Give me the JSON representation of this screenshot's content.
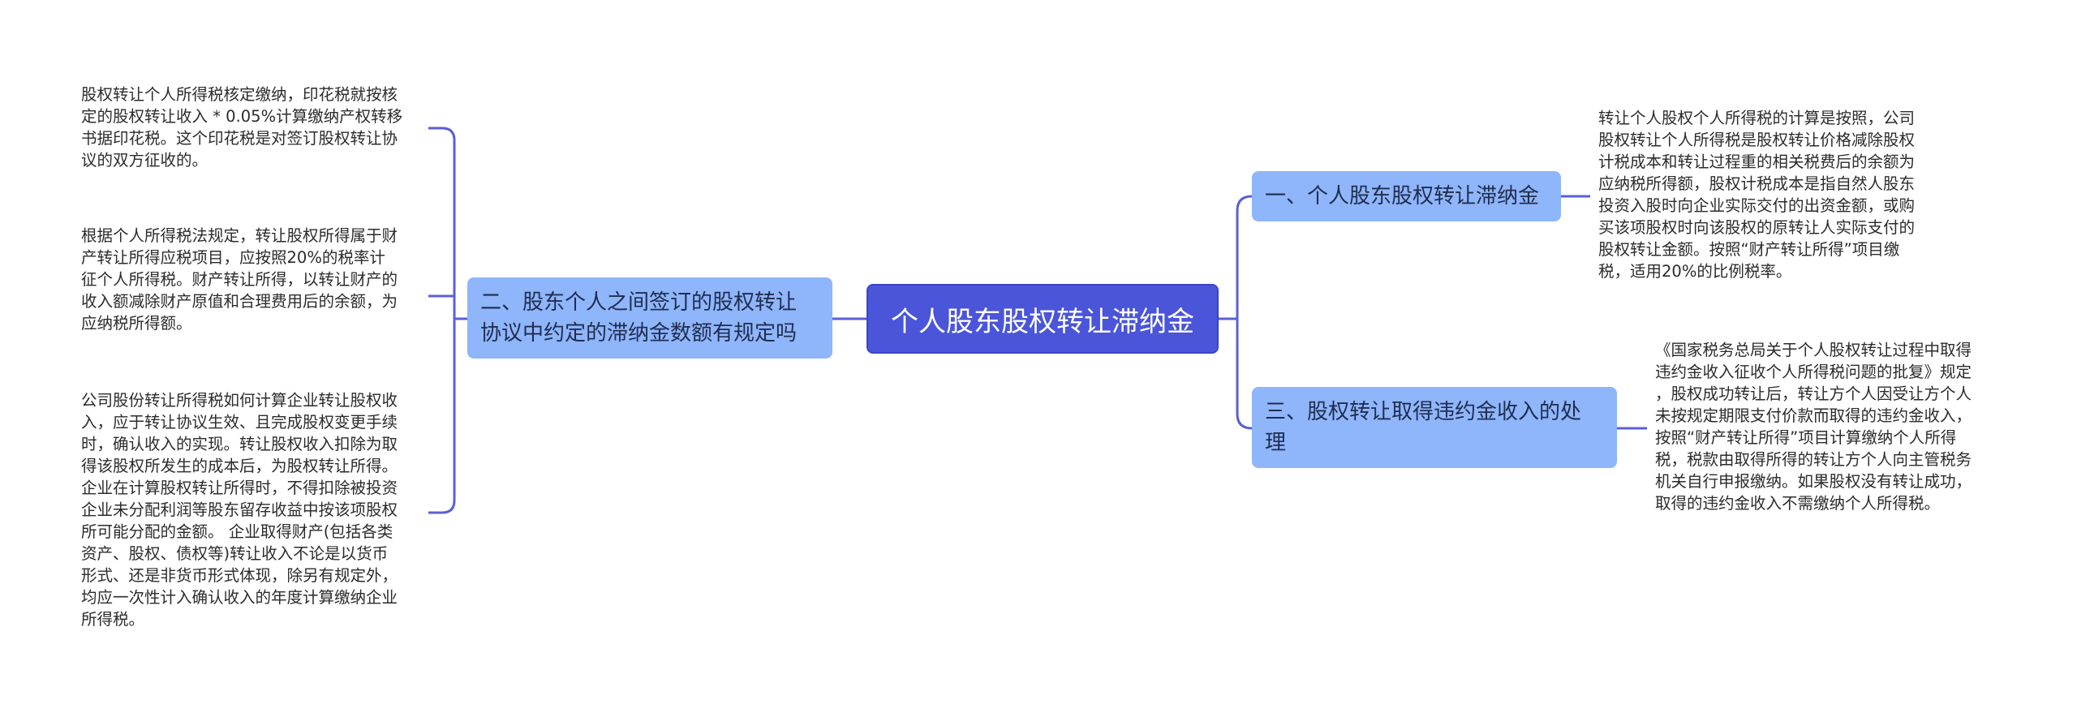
{
  "root": {
    "label": "个人股东股权转让滞纳金"
  },
  "branches": [
    {
      "label": "二、股东个人之间签订的股权转让\n协议中约定的滞纳金数额有规定吗",
      "leaves": [
        "股权转让个人所得税核定缴纳，印花税就按核\n定的股权转让收入 * 0.05%计算缴纳产权转移\n书据印花税。这个印花税是对签订股权转让协\n议的双方征收的。",
        "根据个人所得税法规定，转让股权所得属于财\n产转让所得应税项目，应按照20%的税率计\n征个人所得税。财产转让所得，以转让财产的\n收入额减除财产原值和合理费用后的余额，为\n应纳税所得额。",
        "公司股份转让所得税如何计算企业转让股权收\n入，应于转让协议生效、且完成股权变更手续\n时，确认收入的实现。转让股权收入扣除为取\n得该股权所发生的成本后，为股权转让所得。\n企业在计算股权转让所得时，不得扣除被投资\n企业未分配利润等股东留存收益中按该项股权\n所可能分配的金额。 企业取得财产(包括各类\n资产、股权、债权等)转让收入不论是以货币\n形式、还是非货币形式体现，除另有规定外，\n均应一次性计入确认收入的年度计算缴纳企业\n所得税。"
      ]
    },
    {
      "label": "一、个人股东股权转让滞纳金",
      "leaves": [
        "转让个人股权个人所得税的计算是按照，公司\n股权转让个人所得税是股权转让价格减除股权\n计税成本和转让过程重的相关税费后的余额为\n应纳税所得额，股权计税成本是指自然人股东\n投资入股时向企业实际交付的出资金额，或购\n买该项股权时向该股权的原转让人实际支付的\n股权转让金额。按照“财产转让所得”项目缴\n税，适用20%的比例税率。"
      ]
    },
    {
      "label": "三、股权转让取得违约金收入的处\n理",
      "leaves": [
        "《国家税务总局关于个人股权转让过程中取得\n违约金收入征收个人所得税问题的批复》规定\n，股权成功转让后，转让方个人因受让方个人\n未按规定期限支付价款而取得的违约金收入，\n按照“财产转让所得”项目计算缴纳个人所得\n税，税款由取得所得的转让方个人向主管税务\n机关自行申报缴纳。如果股权没有转让成功，\n取得的违约金收入不需缴纳个人所得税。"
      ]
    }
  ],
  "colors": {
    "root_fill": "#4a55d9",
    "branch_fill": "#8fb5fb",
    "connector": "#5a5fd6"
  }
}
